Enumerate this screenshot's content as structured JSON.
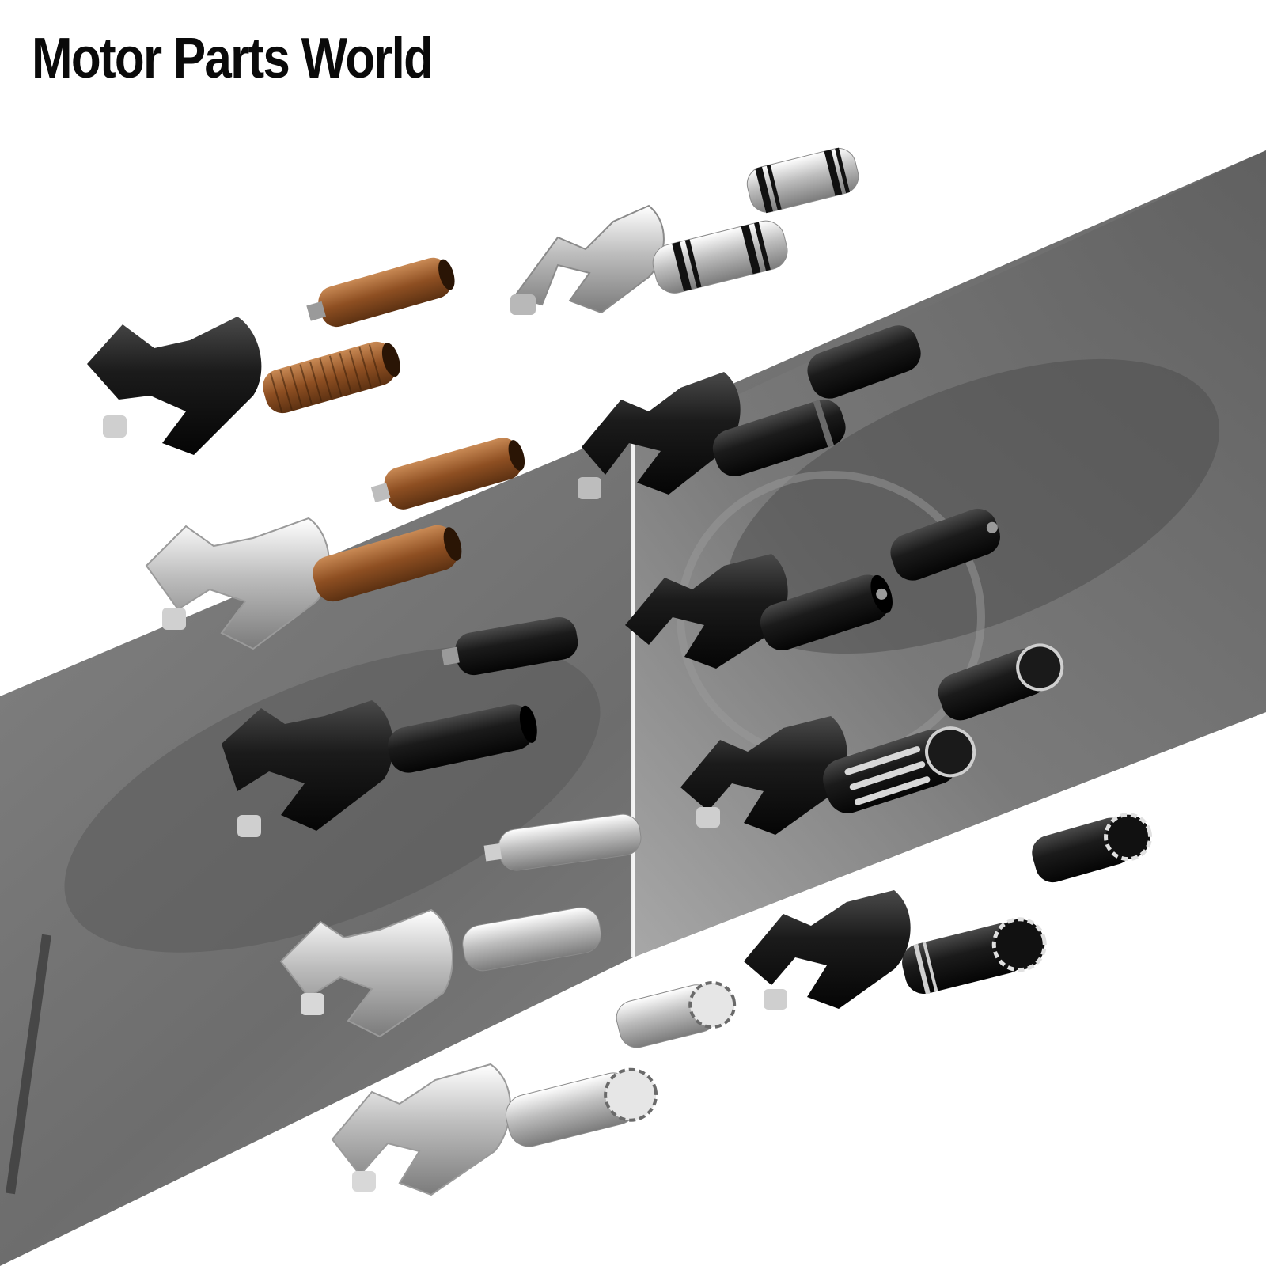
{
  "brand": {
    "title": "Motor Parts World"
  },
  "colors": {
    "background": "#ffffff",
    "title_text": "#0a0a0a",
    "photo_band_gray": "#6e6e6e",
    "bronze": "#9a5b2c",
    "black_anodized": "#1a1a1a",
    "chrome": "#d8d8d8"
  },
  "products": [
    {
      "finish": "black",
      "peg": "bronze-ribbed"
    },
    {
      "finish": "chrome",
      "peg": "chrome-ringed"
    },
    {
      "finish": "chrome",
      "peg": "bronze-ribbed"
    },
    {
      "finish": "black",
      "peg": "black-ribbed"
    },
    {
      "finish": "chrome",
      "peg": "chrome-ribbed"
    },
    {
      "finish": "black",
      "peg": "black-grooved"
    },
    {
      "finish": "black",
      "peg": "black-ringed"
    },
    {
      "finish": "black",
      "peg": "black-slotted"
    },
    {
      "finish": "black",
      "peg": "black-edge-cut"
    },
    {
      "finish": "chrome",
      "peg": "chrome-edge-cut"
    }
  ]
}
